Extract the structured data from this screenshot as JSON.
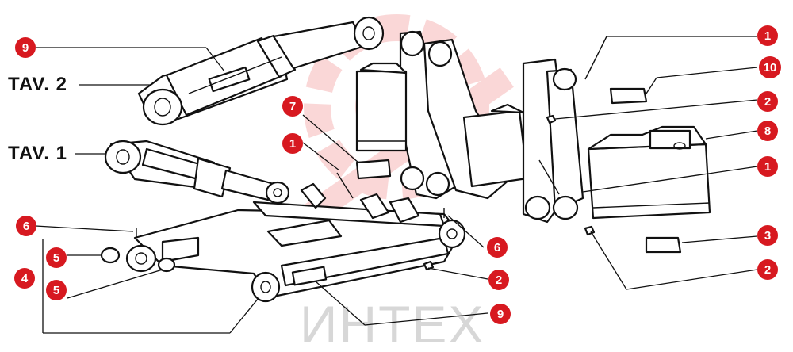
{
  "figure": {
    "labels": {
      "tav2": "TAV. 2",
      "tav1": "TAV. 1"
    },
    "watermark": {
      "text": "ИНТЕХ",
      "logo_color": "#f6b8b8",
      "text_color": "#d7d7d7"
    },
    "callout_color": "#d71920",
    "callouts": [
      {
        "id": "callout-9-top",
        "number": "9"
      },
      {
        "id": "callout-7",
        "number": "7"
      },
      {
        "id": "callout-1-mid",
        "number": "1"
      },
      {
        "id": "callout-6-left",
        "number": "6"
      },
      {
        "id": "callout-5-upper",
        "number": "5"
      },
      {
        "id": "callout-4",
        "number": "4"
      },
      {
        "id": "callout-5-lower",
        "number": "5"
      },
      {
        "id": "callout-6-right",
        "number": "6"
      },
      {
        "id": "callout-2-mid",
        "number": "2"
      },
      {
        "id": "callout-9-bottom",
        "number": "9"
      },
      {
        "id": "callout-1-top-right",
        "number": "1"
      },
      {
        "id": "callout-10",
        "number": "10"
      },
      {
        "id": "callout-2-upper-right",
        "number": "2"
      },
      {
        "id": "callout-8",
        "number": "8"
      },
      {
        "id": "callout-1-right",
        "number": "1"
      },
      {
        "id": "callout-3",
        "number": "3"
      },
      {
        "id": "callout-2-lower-right",
        "number": "2"
      }
    ]
  }
}
